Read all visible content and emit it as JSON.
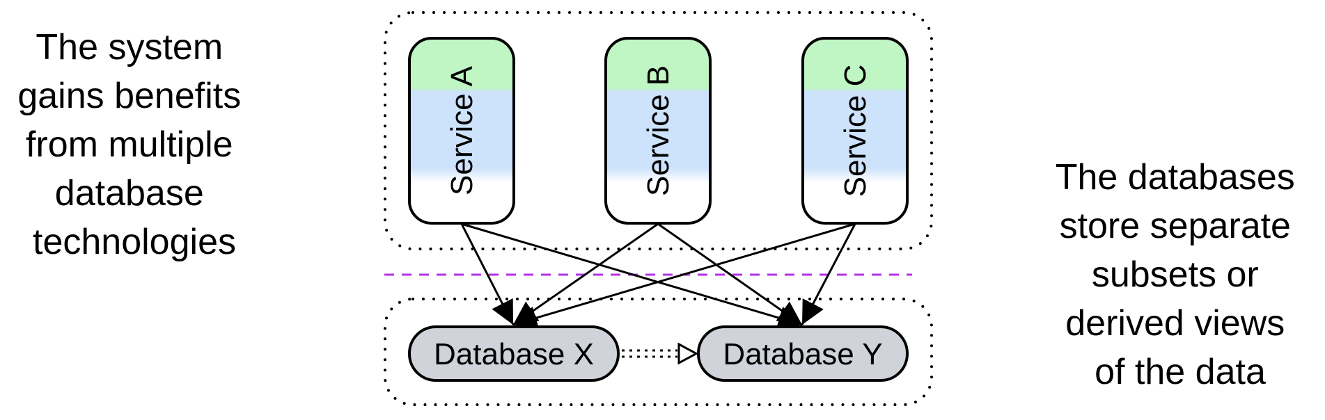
{
  "left_note": {
    "lines": [
      "The system",
      "gains benefits",
      "from multiple",
      "database",
      "technologies"
    ]
  },
  "right_note": {
    "lines": [
      "The databases",
      "store separate",
      "subsets or",
      "derived views",
      "of the data"
    ]
  },
  "services": [
    {
      "label": "Service A"
    },
    {
      "label": "Service B"
    },
    {
      "label": "Service C"
    }
  ],
  "databases": [
    {
      "label": "Database X"
    },
    {
      "label": "Database Y"
    }
  ],
  "colors": {
    "service_top": "#c0f5c4",
    "service_body": "#cde2fb",
    "database_fill": "#d0d3d9",
    "divider": "#b531e8",
    "stroke": "#000000"
  }
}
